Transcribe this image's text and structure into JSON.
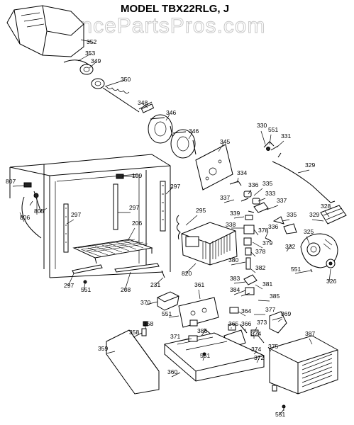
{
  "title": "MODEL TBX22RLG, J",
  "watermark": "AppliancePartsPros.com",
  "part_labels": [
    "352",
    "353",
    "349",
    "350",
    "348",
    "346",
    "346",
    "345",
    "330",
    "551",
    "331",
    "329",
    "199",
    "297",
    "297",
    "297",
    "206",
    "295",
    "334",
    "336",
    "333",
    "335",
    "337",
    "337",
    "339",
    "338",
    "378",
    "379",
    "378",
    "336",
    "332",
    "335",
    "328",
    "329",
    "325",
    "551",
    "326",
    "820",
    "380",
    "382",
    "383",
    "381",
    "384",
    "385",
    "807",
    "805",
    "806",
    "297",
    "551",
    "208",
    "231",
    "370",
    "361",
    "551",
    "364",
    "377",
    "369",
    "358",
    "386",
    "365",
    "366",
    "373",
    "374",
    "387",
    "358",
    "359",
    "371",
    "551",
    "374",
    "372",
    "375",
    "360",
    "551"
  ]
}
